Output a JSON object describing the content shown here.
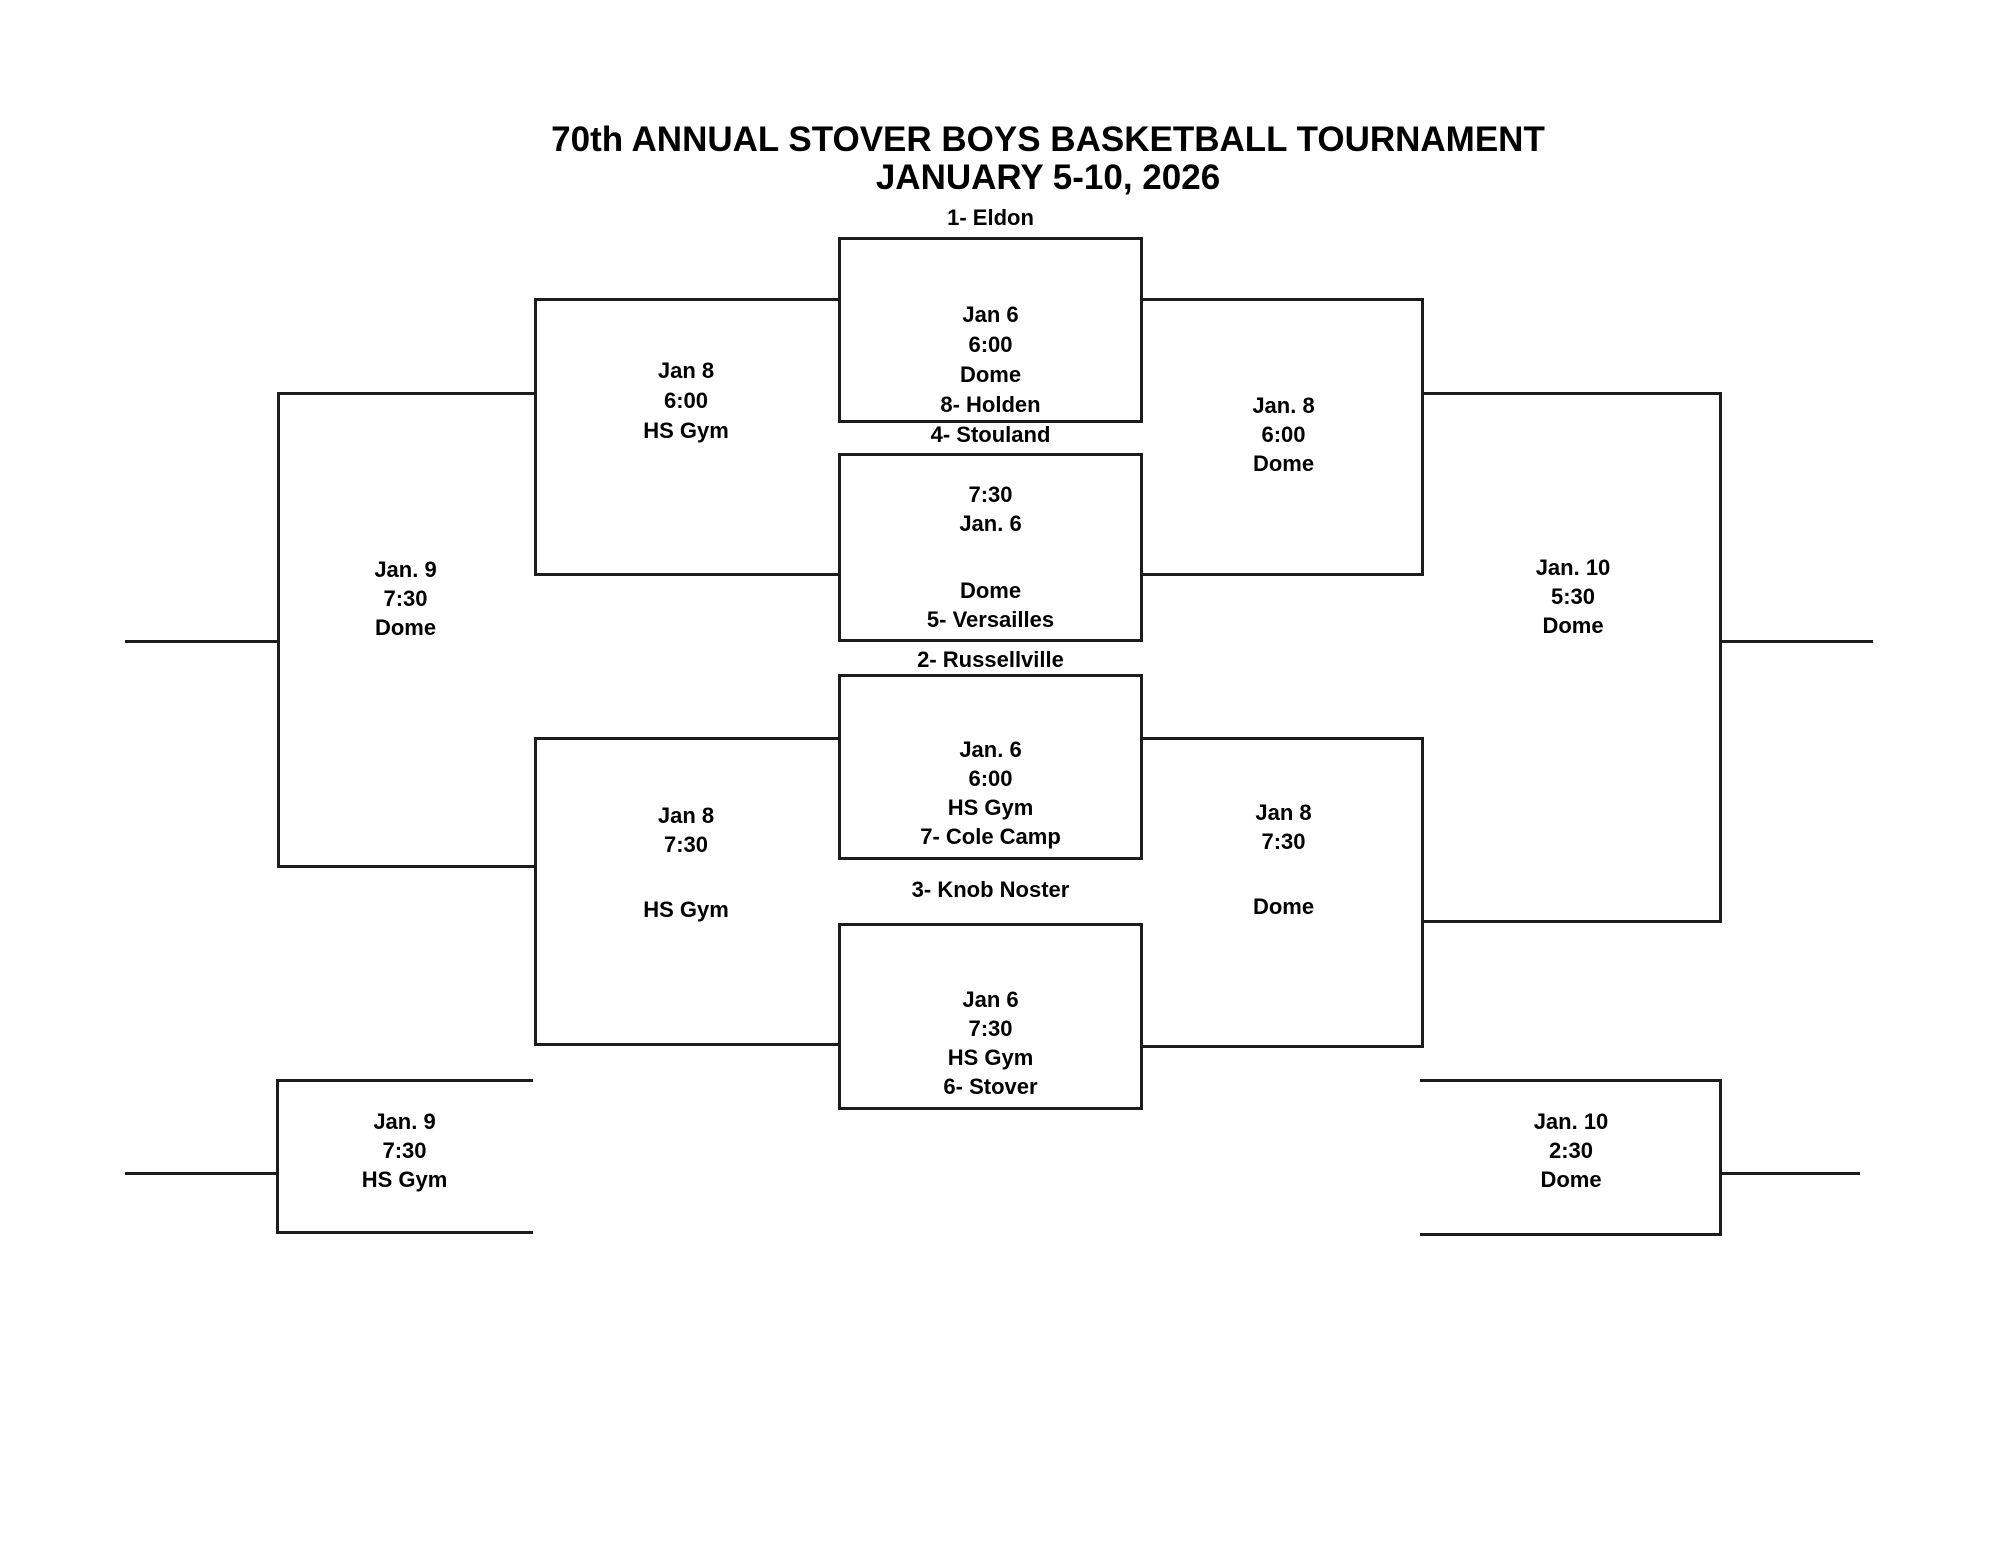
{
  "title": {
    "line1": "70th ANNUAL STOVER BOYS BASKETBALL TOURNAMENT",
    "line2": "JANUARY 5-10, 2026"
  },
  "colors": {
    "line": "#1c1c1c",
    "text": "#000000",
    "background": "#ffffff"
  },
  "bracket": {
    "round1": [
      {
        "team_top": "1- Eldon",
        "info": [
          "Jan 6",
          "6:00",
          "Dome"
        ],
        "team_bottom": "8- Holden"
      },
      {
        "team_top": "4- Stouland",
        "info": [
          "7:30",
          "Jan. 6",
          "Dome"
        ],
        "team_bottom": "5- Versailles"
      },
      {
        "team_top": "2- Russellville",
        "info": [
          "Jan. 6",
          "6:00",
          "HS Gym"
        ],
        "team_bottom": "7- Cole Camp"
      },
      {
        "team_top": "3- Knob Noster",
        "info": [
          "Jan 6",
          "7:30",
          "HS Gym"
        ],
        "team_bottom": "6- Stover"
      }
    ],
    "semifinals": {
      "left_top": {
        "lines": [
          "Jan 8",
          "6:00",
          "HS Gym"
        ]
      },
      "left_bottom": {
        "lines": [
          "Jan 8",
          "7:30",
          "HS Gym"
        ]
      },
      "right_top": {
        "lines": [
          "Jan. 8",
          "6:00",
          "Dome"
        ]
      },
      "right_bottom": {
        "lines": [
          "Jan 8",
          "7:30",
          "Dome"
        ]
      }
    },
    "finals": {
      "left": {
        "lines": [
          "Jan. 9",
          "7:30",
          "Dome"
        ]
      },
      "right": {
        "lines": [
          "Jan. 10",
          "5:30",
          "Dome"
        ]
      }
    },
    "consolation": {
      "left": {
        "lines": [
          "Jan. 9",
          "7:30",
          "HS Gym"
        ]
      },
      "right": {
        "lines": [
          "Jan. 10",
          "2:30",
          "Dome"
        ]
      }
    }
  }
}
